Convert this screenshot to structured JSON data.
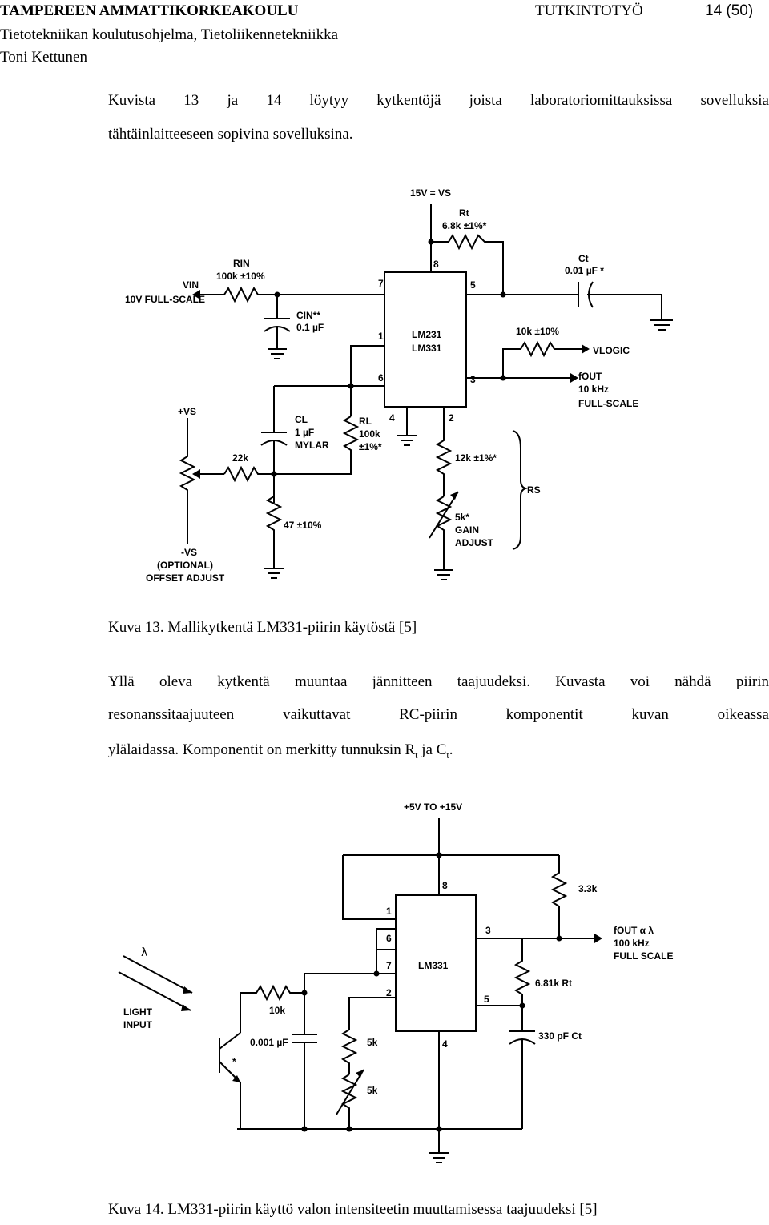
{
  "header": {
    "school": "TAMPEREEN AMMATTIKORKEAKOULU",
    "doc_type": "TUTKINTOTYÖ",
    "page": "14 (50)",
    "program": "Tietotekniikan koulutusohjelma, Tietoliikennetekniikka",
    "author": "Toni Kettunen"
  },
  "text": {
    "intro_1": "Kuvista 13 ja 14 löytyy kytkentöjä joista laboratoriomittauksissa sovelluksia",
    "intro_2": "tähtäinlaitteeseen sopivina sovelluksina.",
    "caption_13": "Kuva 13. Mallikytkentä LM331-piirin käytöstä [5]",
    "body_1": "Yllä oleva kytkentä muuntaa jännitteen taajuudeksi. Kuvasta voi nähdä piirin",
    "body_2": "resonanssitaajuuteen vaikuttavat RC-piirin komponentit kuvan oikeassa",
    "body_3a": "ylälaidassa. Komponentit on merkitty tunnuksin R",
    "body_3_sub1": "t",
    "body_3b": " ja C",
    "body_3_sub2": "t",
    "body_3c": ".",
    "caption_14": "Kuva 14. LM331-piirin käyttö valon intensiteetin muuttamisessa taajuudeksi [5]"
  },
  "fig13": {
    "supply": "15V = VS",
    "rt_name": "Rt",
    "rt_val": "6.8k ±1%*",
    "rin_name": "RIN",
    "rin_val": "100k ±10%",
    "vin": "VIN",
    "vin_scale": "10V FULL-SCALE",
    "cin_name": "CIN**",
    "cin_val": "0.1 µF",
    "ct_name": "Ct",
    "ct_val": "0.01 µF *",
    "ic_1": "LM231",
    "ic_2": "LM331",
    "pins": [
      "8",
      "7",
      "5",
      "1",
      "6",
      "3",
      "4",
      "2"
    ],
    "pullup": "10k ±10%",
    "vlogic": "VLOGIC",
    "fout": "fOUT",
    "fout_freq": "10 kHz",
    "fout_scale": "FULL-SCALE",
    "plus_vs": "+VS",
    "cl_name": "CL",
    "cl_val": "1 µF",
    "cl_type": "MYLAR",
    "rl_name": "RL",
    "rl_val": "100k",
    "rl_tol": "±1%*",
    "r22k": "22k",
    "r47": "47 ±10%",
    "r12k": "12k ±1%*",
    "rs": "RS",
    "r5k": "5k*",
    "gain1": "GAIN",
    "gain2": "ADJUST",
    "minus_vs": "-VS",
    "optional": "(OPTIONAL)",
    "offset": "OFFSET ADJUST"
  },
  "fig14": {
    "supply": "+5V TO +15V",
    "r33k": "3.3k",
    "ic": "LM331",
    "pins": [
      "8",
      "1",
      "6",
      "7",
      "2",
      "3",
      "5",
      "4"
    ],
    "fout": "fOUT α λ",
    "fout_freq": "100 kHz",
    "fout_scale": "FULL SCALE",
    "lambda": "λ",
    "light1": "LIGHT",
    "light2": "INPUT",
    "r10k": "10k",
    "c001": "0.001 µF",
    "r5k_a": "5k",
    "r5k_b": "5k",
    "rt": "6.81k Rt",
    "ct": "330 pF Ct",
    "star": "*"
  }
}
